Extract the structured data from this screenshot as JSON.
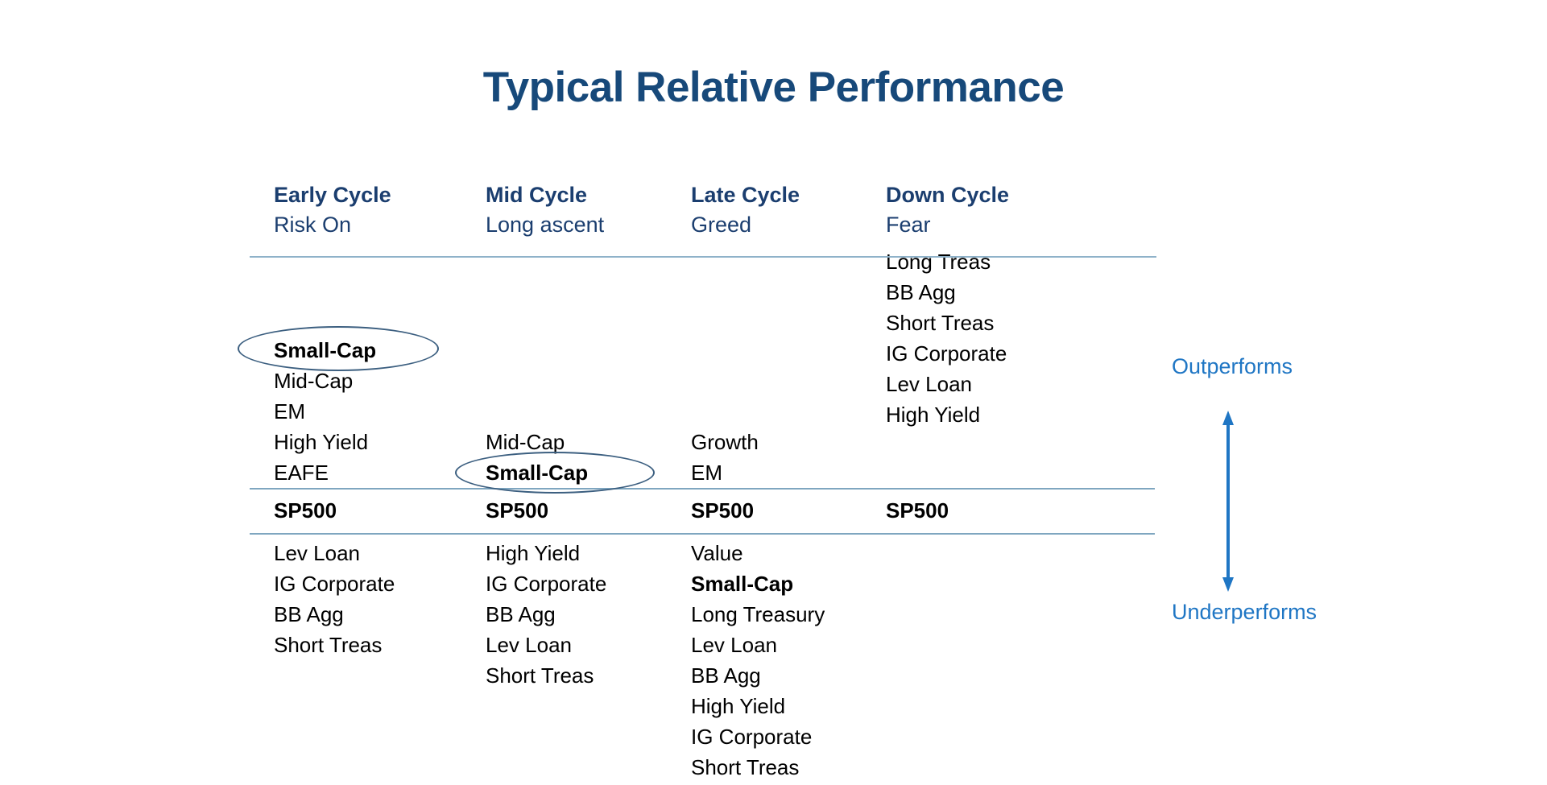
{
  "slide": {
    "title": "Typical Relative Performance",
    "title_color": "#17497A",
    "accent_blue": "#1F76C4",
    "rule_color": "#7FA6C0",
    "ellipse_color": "#3C5F80"
  },
  "columns": [
    {
      "id": "early-cycle",
      "title": "Early Cycle",
      "subtitle": "Risk On",
      "above": [
        "Small-Cap",
        "Mid-Cap",
        "EM",
        "High Yield",
        "EAFE"
      ],
      "above_bold": [
        true,
        false,
        false,
        false,
        false
      ],
      "benchmark": "SP500",
      "below": [
        "Lev Loan",
        "IG Corporate",
        "BB Agg",
        "Short Treas"
      ],
      "below_bold": [
        false,
        false,
        false,
        false
      ],
      "circled": "Small-Cap"
    },
    {
      "id": "mid-cycle",
      "title": "Mid Cycle",
      "subtitle": "Long ascent",
      "above": [
        "Mid-Cap",
        "Small-Cap"
      ],
      "above_bold": [
        false,
        true
      ],
      "benchmark": "SP500",
      "below": [
        "High Yield",
        "IG Corporate",
        "BB Agg",
        "Lev Loan",
        "Short Treas"
      ],
      "below_bold": [
        false,
        false,
        false,
        false,
        false
      ],
      "circled": "Small-Cap"
    },
    {
      "id": "late-cycle",
      "title": "Late Cycle",
      "subtitle": "Greed",
      "above": [
        "Growth",
        "EM"
      ],
      "above_bold": [
        false,
        false
      ],
      "benchmark": "SP500",
      "below": [
        "Value",
        "Small-Cap",
        "Long Treasury",
        "Lev Loan",
        "BB Agg",
        "High Yield",
        "IG Corporate",
        "Short Treas"
      ],
      "below_bold": [
        false,
        true,
        false,
        false,
        false,
        false,
        false,
        false
      ],
      "circled": null
    },
    {
      "id": "down-cycle",
      "title": "Down Cycle",
      "subtitle": "Fear",
      "above": [
        "Long Treas",
        "BB Agg",
        "Short Treas",
        "IG Corporate",
        "Lev Loan",
        "High Yield"
      ],
      "above_bold": [
        false,
        false,
        false,
        false,
        false,
        false
      ],
      "benchmark": "SP500",
      "below": [],
      "below_bold": [],
      "circled": null
    }
  ],
  "legend": {
    "outperforms": "Outperforms",
    "underperforms": "Underperforms",
    "arrow": "double-headed-vertical-arrow"
  }
}
